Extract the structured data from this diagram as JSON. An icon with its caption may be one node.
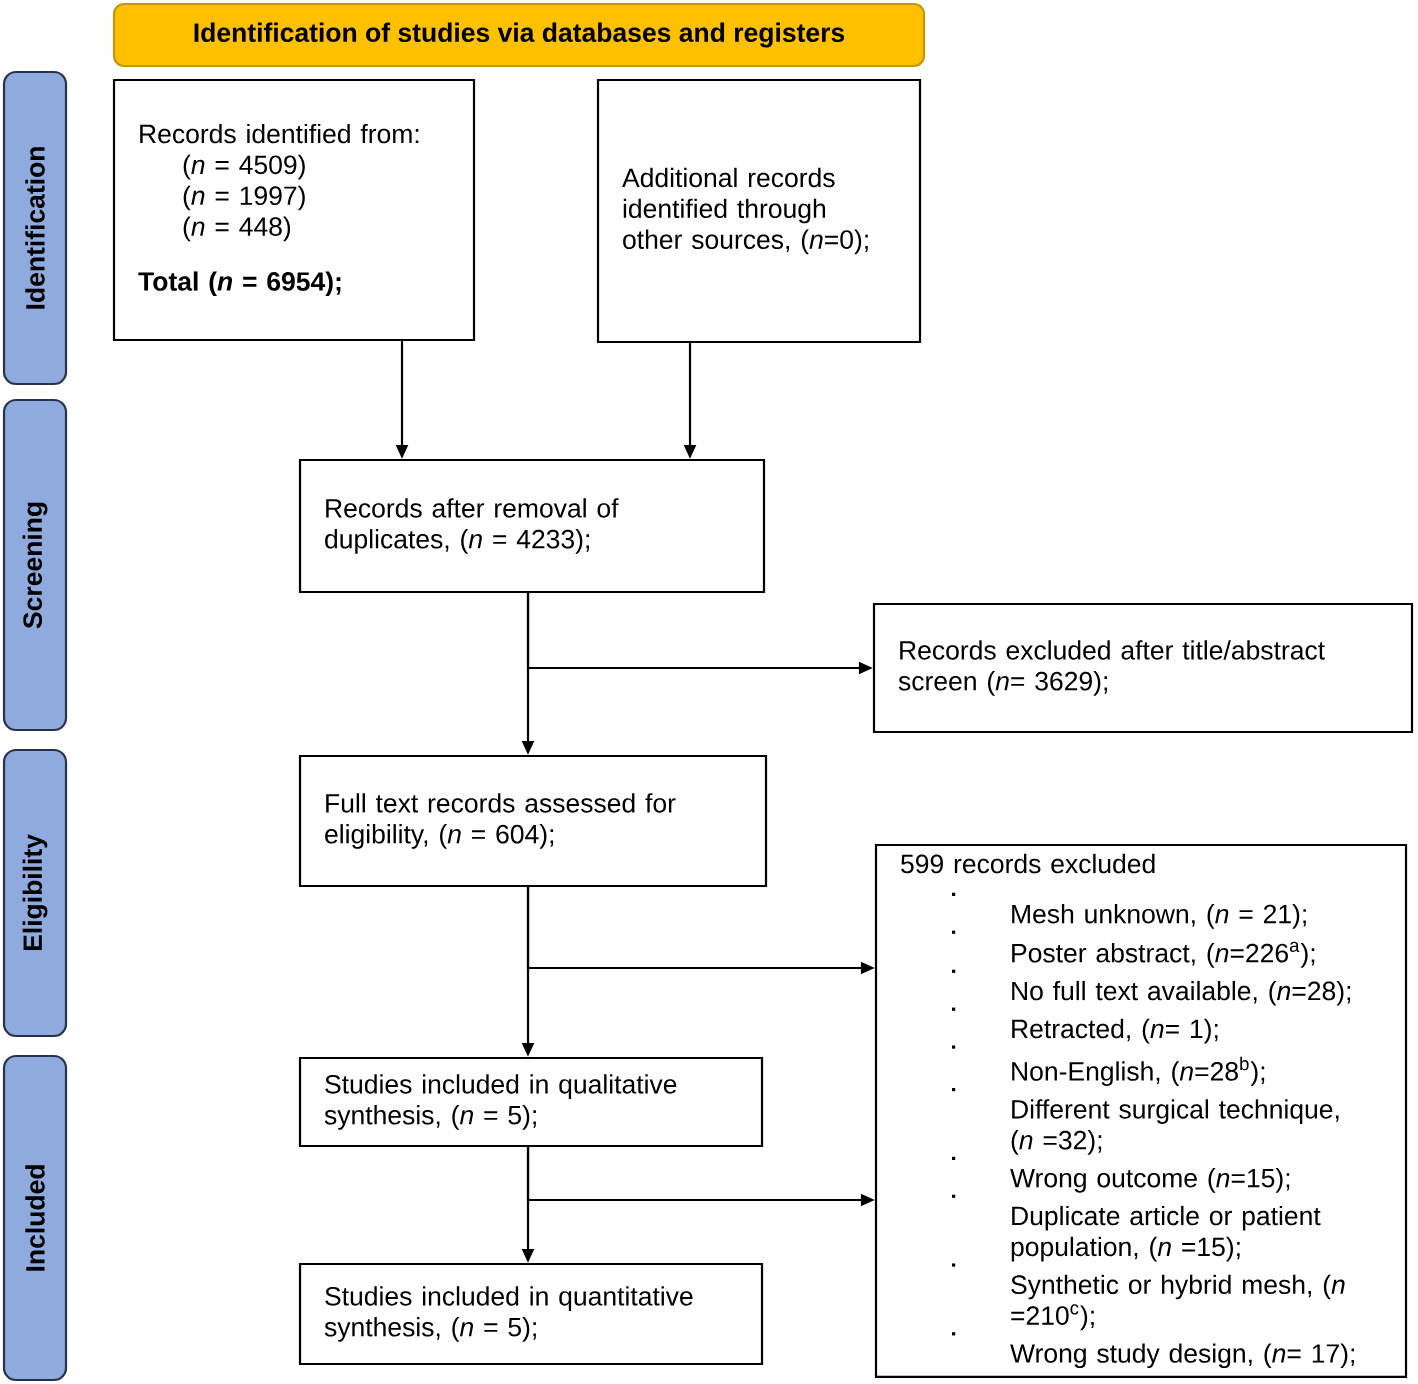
{
  "diagram": {
    "nodes": [
      {
        "text": [
          "Identification of studies via databases and registers"
        ]
      },
      {
        "text": [
          "Identification"
        ]
      },
      {
        "text": [
          "Screening"
        ]
      },
      {
        "text": [
          "Eligibility"
        ]
      },
      {
        "text": [
          "Included"
        ]
      },
      {
        "text": [
          "Records identified from:",
          "(*n* = 4509)",
          "(*n* = 1997)",
          "(*n* = 448)",
          "Total (*n* = 6954);"
        ]
      },
      {
        "text": [
          "Additional records identified through other sources, (*n*=0);"
        ]
      },
      {
        "text": [
          "Records after removal of duplicates, (*n* = 4233);"
        ]
      },
      {
        "text": [
          "Records excluded after title/abstract screen (*n*= 3629);"
        ]
      },
      {
        "text": [
          "Full text records assessed for eligibility, (*n* = 604);"
        ]
      },
      {
        "text": [
          "599 records excluded",
          "Mesh unknown, (*n* = 21);",
          "Poster abstract, (*n*=226$^{a}$);",
          "No full text available, (*n*=28);",
          "Retracted, (*n*= 1);",
          "Non-English, (*n*=28$^{b}$);",
          "Different surgical technique, (*n* =32);",
          "Wrong outcome (*n*=15);",
          "Duplicate article or patient population, (*n* =15);",
          "Synthetic or hybrid mesh, (*n* =210$^{c}$);",
          "Wrong study design, (*n*= 17);"
        ]
      },
      {
        "text": [
          "Studies included in qualitative synthesis, (*n* = 5);"
        ]
      },
      {
        "text": [
          "Studies included in quantitative synthesis, (*n* = 5);"
        ]
      }
    ],
    "edges": [
      {
        "from": 5,
        "to": 7,
        "arrow": "to"
      },
      {
        "from": 6,
        "to": 7,
        "arrow": "to"
      },
      {
        "from": 7,
        "to": 9,
        "arrow": "to"
      },
      {
        "from": 7,
        "to": 8,
        "arrow": "to"
      },
      {
        "from": 9,
        "to": 11,
        "arrow": "to"
      },
      {
        "from": 9,
        "to": 10,
        "arrow": "to"
      },
      {
        "from": 11,
        "to": 12,
        "arrow": "to"
      },
      {
        "from": 11,
        "to": 10,
        "arrow": "to"
      }
    ]
  }
}
